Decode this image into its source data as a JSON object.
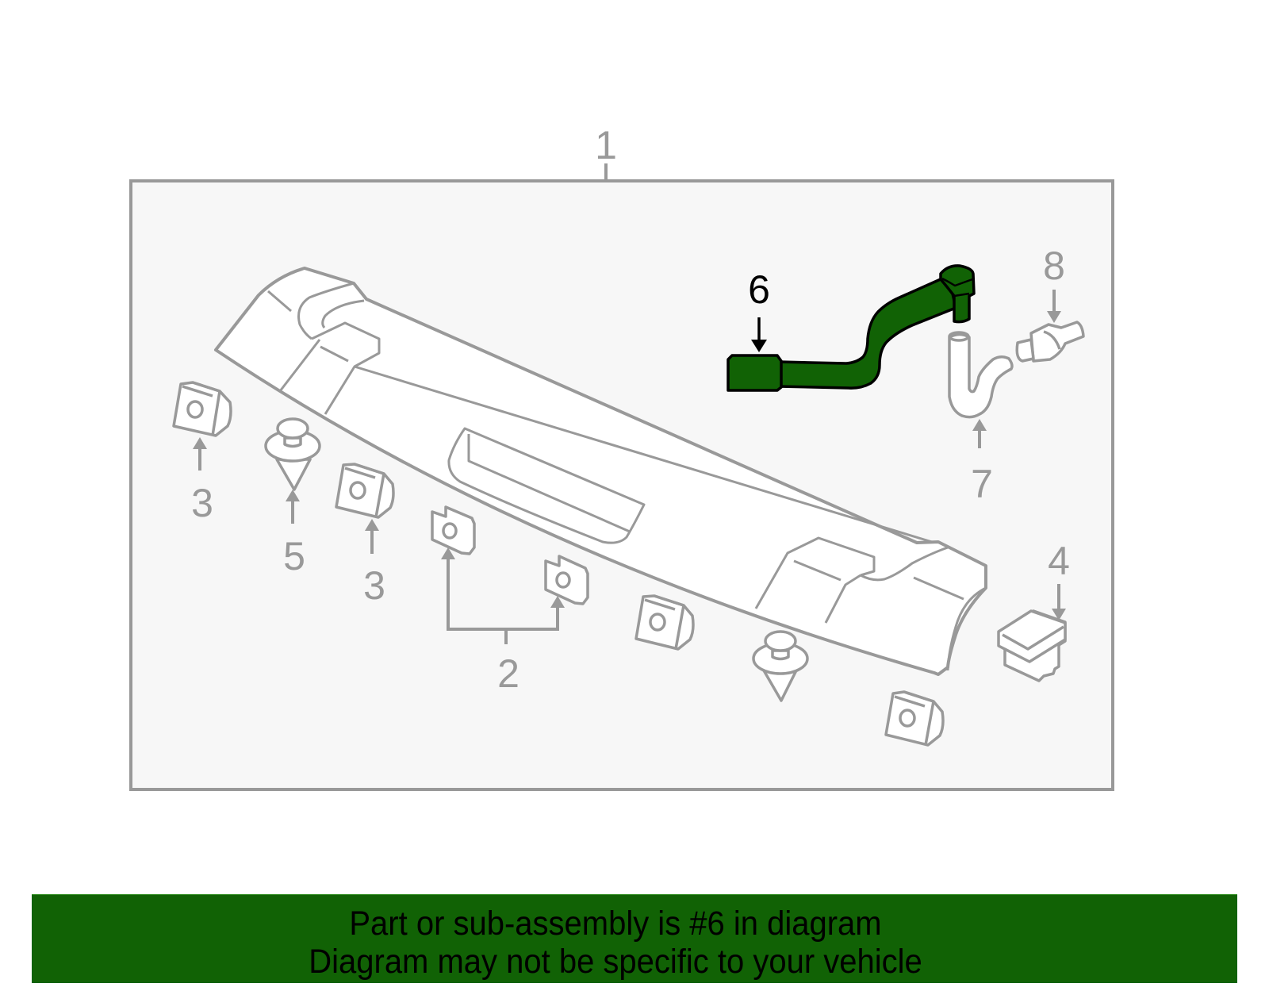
{
  "diagram": {
    "frame_label": "1",
    "highlighted_part": "6",
    "highlight_color": "#116205",
    "line_color": "#999999",
    "panel_background": "#f7f7f7",
    "callouts": [
      {
        "id": "1",
        "label": "1",
        "part": "spoiler-assembly"
      },
      {
        "id": "2",
        "label": "2",
        "part": "clip-pair"
      },
      {
        "id": "3a",
        "label": "3",
        "part": "nut-clip-left"
      },
      {
        "id": "3b",
        "label": "3",
        "part": "nut-clip-middle"
      },
      {
        "id": "4",
        "label": "4",
        "part": "end-cap"
      },
      {
        "id": "5",
        "label": "5",
        "part": "push-rivet"
      },
      {
        "id": "6",
        "label": "6",
        "part": "washer-hose"
      },
      {
        "id": "7",
        "label": "7",
        "part": "hose-elbow"
      },
      {
        "id": "8",
        "label": "8",
        "part": "washer-nozzle"
      }
    ]
  },
  "banner": {
    "line1": "Part or sub-assembly is #6 in diagram",
    "line2": "Diagram may not be specific to your vehicle",
    "background": "#116205"
  }
}
